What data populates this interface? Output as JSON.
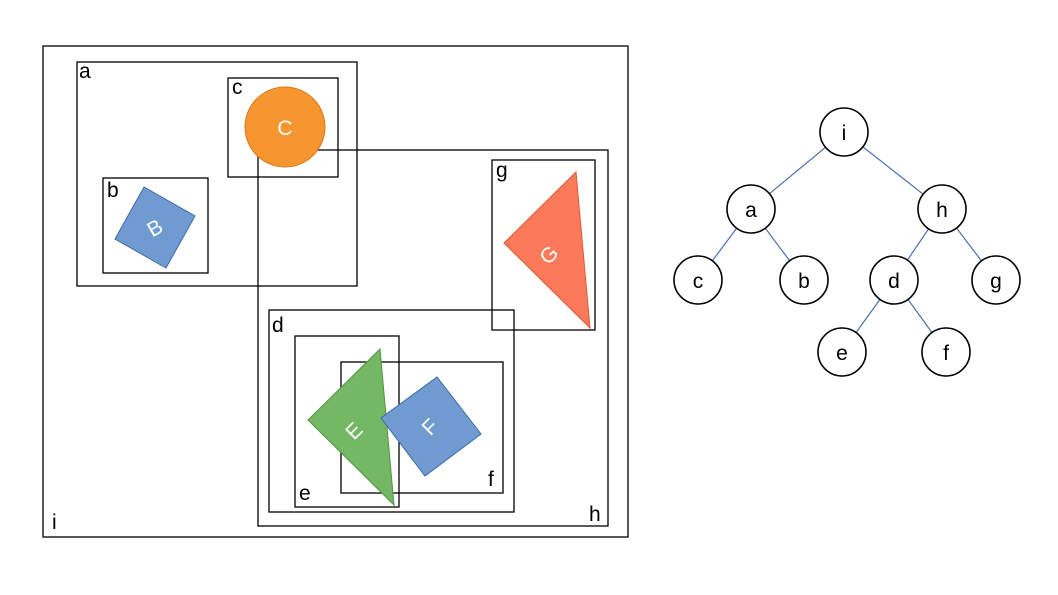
{
  "colors": {
    "circle": "#f7962f",
    "square": "#6f9bd1",
    "triangle_g": "#fb7a5a",
    "triangle_e": "#74b865",
    "tree_edge": "#4a72b0"
  },
  "boxes": {
    "i": "i",
    "a": "a",
    "b": "b",
    "c": "c",
    "h": "h",
    "g": "g",
    "d": "d",
    "e": "e",
    "f": "f"
  },
  "shapes": {
    "C": "C",
    "B": "B",
    "G": "G",
    "E": "E",
    "F": "F"
  },
  "tree": {
    "nodes": {
      "i": "i",
      "a": "a",
      "h": "h",
      "c": "c",
      "b": "b",
      "d": "d",
      "g": "g",
      "e": "e",
      "f": "f"
    }
  }
}
